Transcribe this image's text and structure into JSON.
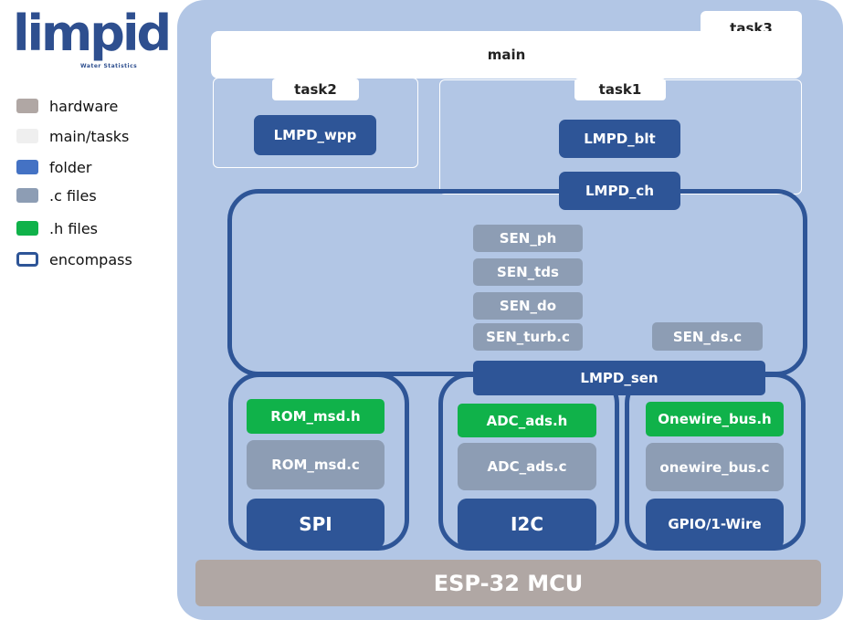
{
  "logo": {
    "text": "limpid",
    "subtitle": "Water Statistics"
  },
  "legend": [
    {
      "label": "hardware",
      "color": "#b0a7a4"
    },
    {
      "label": "main/tasks",
      "color": "#efefef"
    },
    {
      "label": "folder",
      "color": "#4472c4"
    },
    {
      "label": ".c files",
      "color": "#8d9db4"
    },
    {
      "label": ".h files",
      "color": "#10b24a"
    },
    {
      "label": "encompass",
      "color": "#2e5597"
    }
  ],
  "diagram": {
    "task3": "task3",
    "main": "main",
    "task2": "task2",
    "task1": "task1",
    "lmpd_wpp": "LMPD_wpp",
    "lmpd_blt": "LMPD_blt",
    "lmpd_ch": "LMPD_ch",
    "sen_ph": "SEN_ph",
    "sen_tds": "SEN_tds",
    "sen_do": "SEN_do",
    "sen_turb": "SEN_turb.c",
    "sen_ds": "SEN_ds.c",
    "lmpd_sen": "LMPD_sen",
    "rom_msd_h": "ROM_msd.h",
    "rom_msd_c": "ROM_msd.c",
    "spi": "SPI",
    "adc_ads_h": "ADC_ads.h",
    "adc_ads_c": "ADC_ads.c",
    "i2c": "I2C",
    "onewire_bus_h": "Onewire_bus.h",
    "onewire_bus_c": "onewire_bus.c",
    "gpio": "GPIO/1-Wire",
    "mcu": "ESP-32 MCU"
  }
}
